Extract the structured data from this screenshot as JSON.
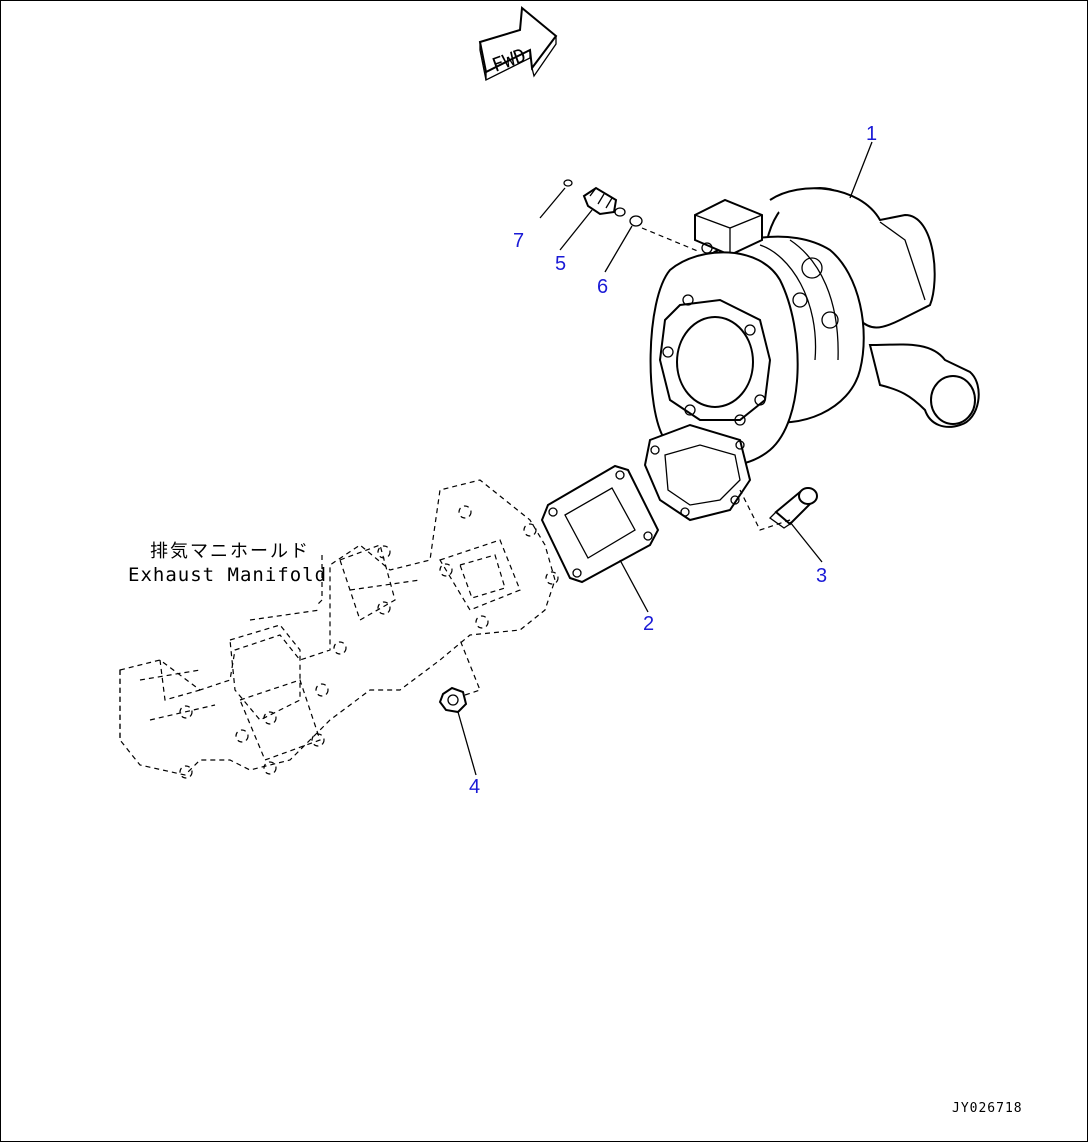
{
  "diagram": {
    "fwd_label": "FWD",
    "manifold_label_jp": "排気マニホールド",
    "manifold_label_en": "Exhaust Manifold",
    "drawing_code": "JY026718",
    "callout_color": "#1a1ad6",
    "callouts": [
      {
        "id": "1",
        "text": "1"
      },
      {
        "id": "2",
        "text": "2"
      },
      {
        "id": "3",
        "text": "3"
      },
      {
        "id": "4",
        "text": "4"
      },
      {
        "id": "5",
        "text": "5"
      },
      {
        "id": "6",
        "text": "6"
      },
      {
        "id": "7",
        "text": "7"
      }
    ]
  }
}
